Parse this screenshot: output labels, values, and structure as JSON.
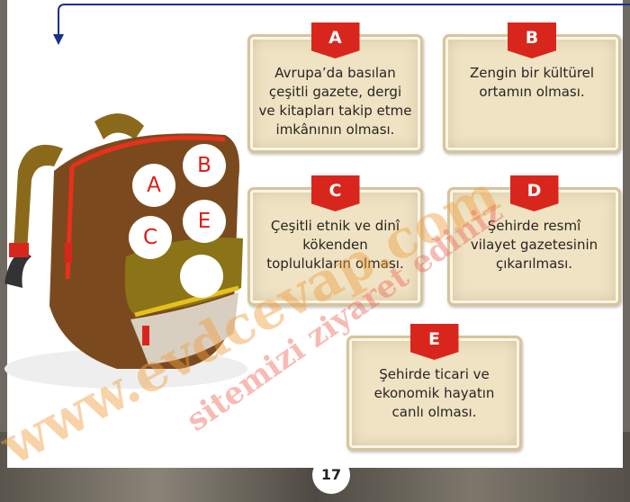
{
  "cards": [
    {
      "letter": "A",
      "text": "Avrupa’da basılan çeşitli gazete, dergi ve kitapları takip etme imkânının olması."
    },
    {
      "letter": "B",
      "text": "Zengin bir kültürel ortamın olması."
    },
    {
      "letter": "C",
      "text": "Çeşitli etnik ve dinî kökenden toplulukların olması."
    },
    {
      "letter": "D",
      "text": "Şehirde resmî vilayet gazetesinin çıkarılması."
    },
    {
      "letter": "E",
      "text": "Şehirde ticari ve ekonomik hayatın canlı olması."
    }
  ],
  "bag_circles": [
    "A",
    "B",
    "C",
    "E",
    ""
  ],
  "page_number": "17",
  "watermark": {
    "line1": "www.evdcevap.com",
    "line2": "sitemizi ziyaret ediniz"
  },
  "colors": {
    "ribbon": "#d9261c",
    "arrow": "#1c2f8c",
    "circle_text": "#e01a14"
  }
}
